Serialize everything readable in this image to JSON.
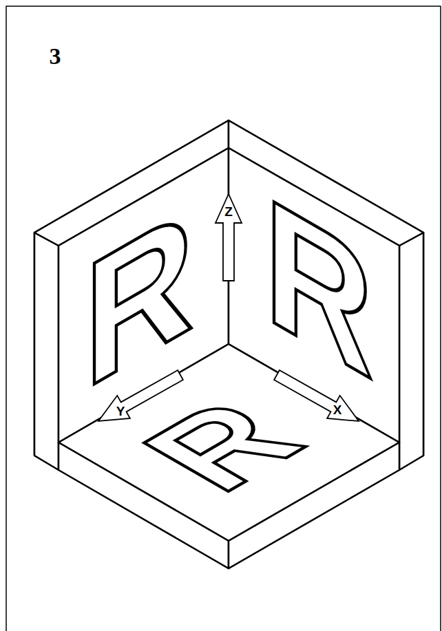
{
  "diagram": {
    "labels": [
      "3",
      "R",
      "R",
      "R",
      "Z",
      "Y",
      "X"
    ]
  }
}
